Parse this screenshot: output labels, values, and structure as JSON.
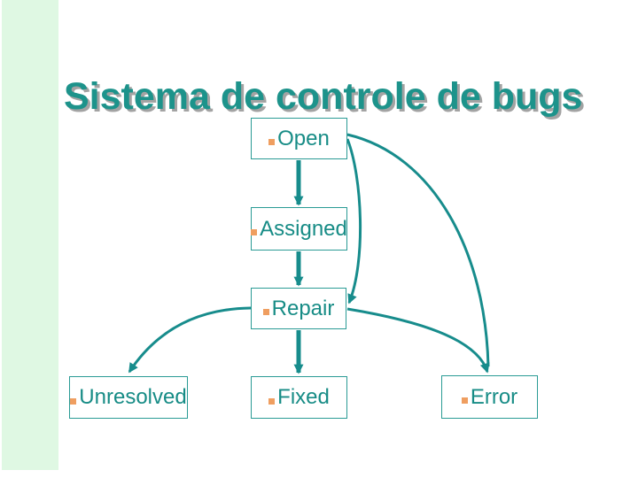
{
  "slide": {
    "title": "Sistema de controle de bugs",
    "colors": {
      "accent_teal": "#178c8c",
      "title_teal": "#1d938b",
      "title_shadow_gray": "#a3a3a3",
      "box_border_teal": "#2a9b95",
      "box_text_teal": "#178c86",
      "bullet_orange": "#ef9e60",
      "side_strip_green": "#dff8e3",
      "background": "#ffffff"
    },
    "nodes": [
      {
        "id": "open",
        "label": "Open"
      },
      {
        "id": "assigned",
        "label": "Assigned"
      },
      {
        "id": "repair",
        "label": "Repair"
      },
      {
        "id": "unresolved",
        "label": "Unresolved"
      },
      {
        "id": "fixed",
        "label": "Fixed"
      },
      {
        "id": "error",
        "label": "Error"
      }
    ],
    "edges": [
      {
        "from": "open",
        "to": "assigned",
        "style": "straight-thick"
      },
      {
        "from": "assigned",
        "to": "repair",
        "style": "straight-thick"
      },
      {
        "from": "repair",
        "to": "fixed",
        "style": "straight-thick"
      },
      {
        "from": "open",
        "to": "repair",
        "style": "curve"
      },
      {
        "from": "open",
        "to": "error",
        "style": "curve"
      },
      {
        "from": "repair",
        "to": "error",
        "style": "curve"
      },
      {
        "from": "repair",
        "to": "unresolved",
        "style": "curve"
      }
    ]
  }
}
